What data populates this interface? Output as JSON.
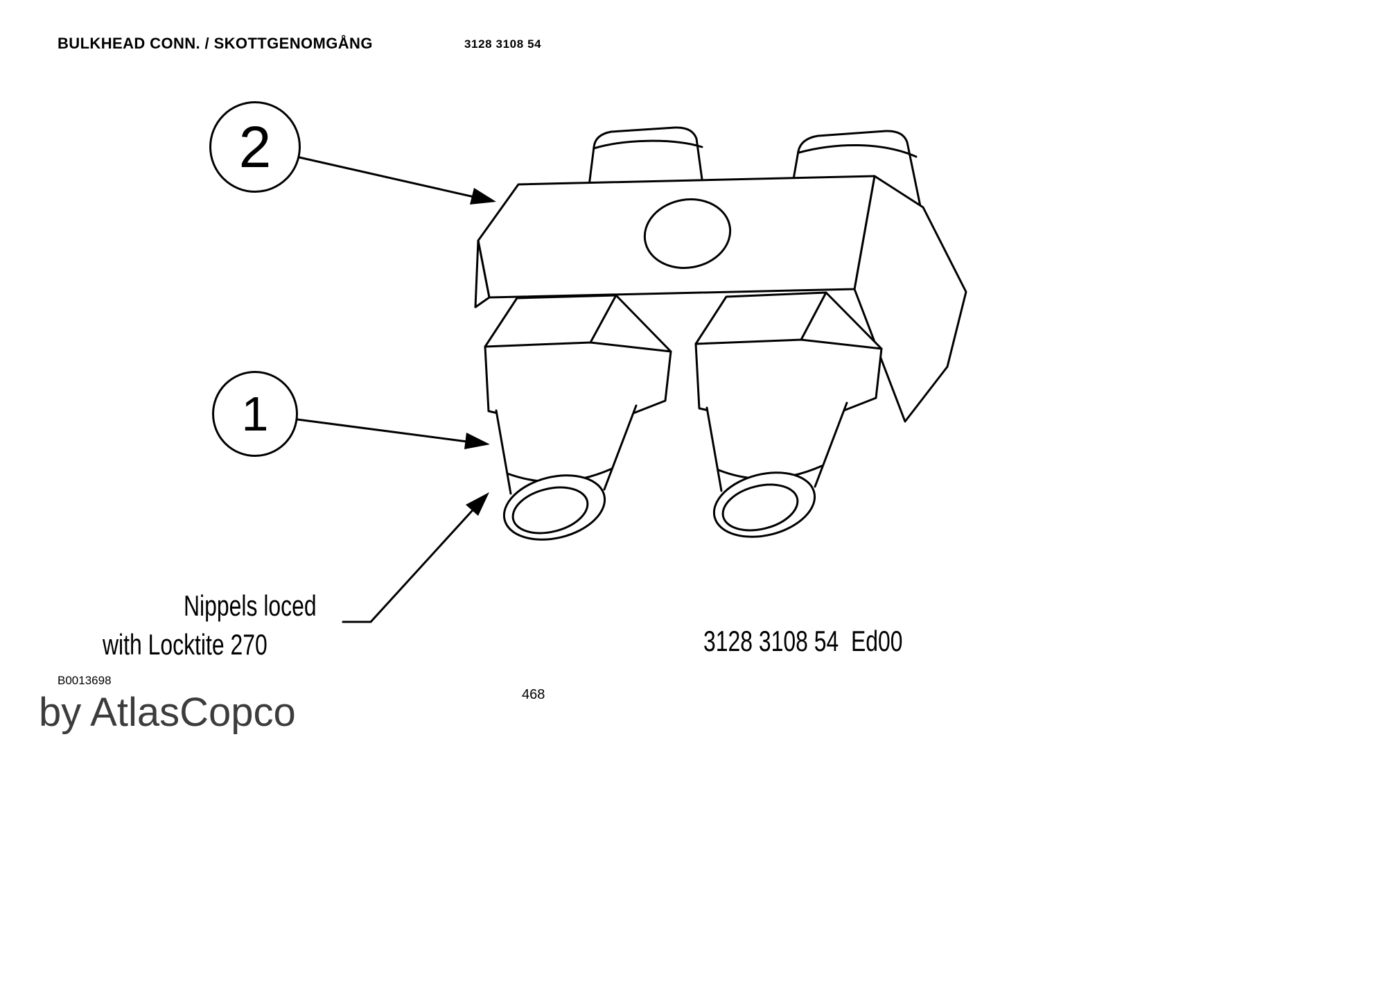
{
  "header": {
    "title": "BULKHEAD CONN. / SKOTTGENOMGÅNG",
    "part_number": "3128 3108 54"
  },
  "callouts": [
    {
      "label": "2"
    },
    {
      "label": "1"
    }
  ],
  "note": {
    "line1": "Nippels loced",
    "line2": "with Locktite 270"
  },
  "footer": {
    "doc_ref": "3128 3108 54  Ed00",
    "drawing_id": "B0013698",
    "page_number": "468",
    "watermark": "by AtlasCopco"
  },
  "colors": {
    "line": "#000000",
    "background": "#ffffff",
    "watermark": "#3c3c3c"
  }
}
